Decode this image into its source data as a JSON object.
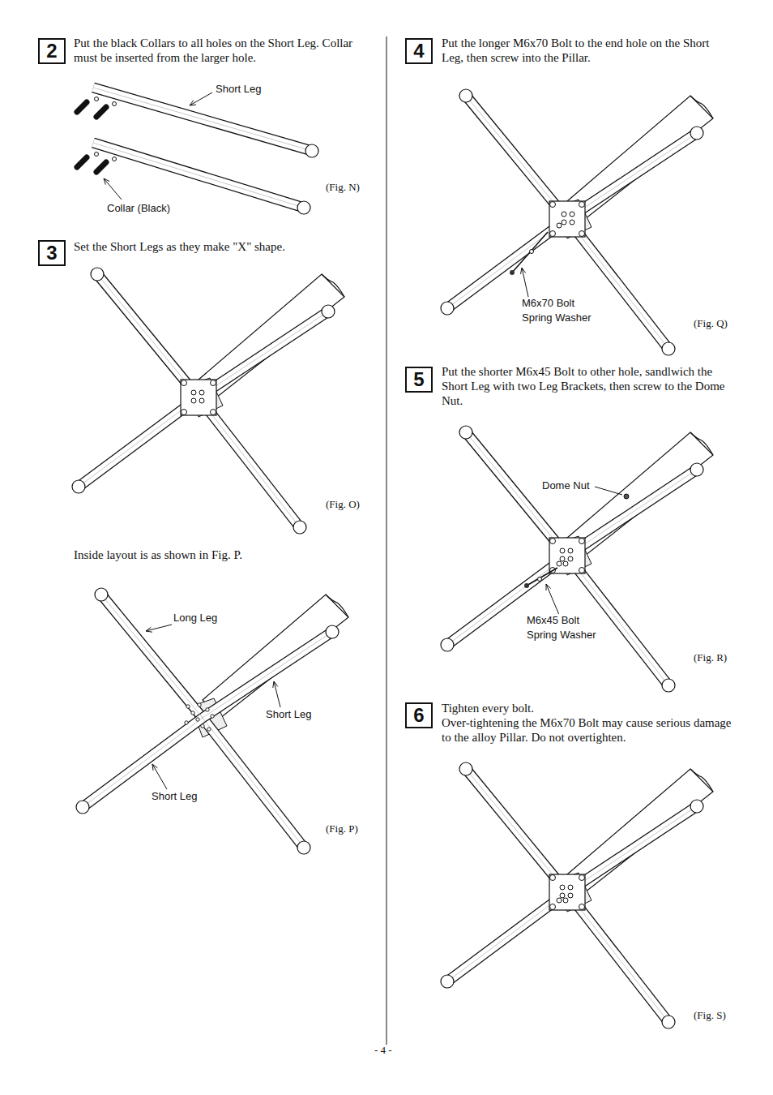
{
  "diagram": {
    "nodes": [
      {
        "text": [
          "2"
        ]
      },
      {
        "text": [
          "3"
        ]
      },
      {
        "text": [
          "4"
        ]
      },
      {
        "text": [
          "5"
        ]
      },
      {
        "text": [
          "6"
        ]
      }
    ],
    "labels": [
      "Put the black Collars to all holes on the Short Leg. Collar must be inserted from the larger hole.",
      "Short Leg",
      "Collar (Black)",
      "(Fig. N)",
      "Set the Short Legs as they make \"X\" shape.",
      "(Fig. O)",
      "Inside layout is as shown in Fig. P.",
      "Long Leg",
      "Short Leg",
      "Short Leg",
      "(Fig. P)",
      "Put the longer M6x70 Bolt to the end hole on the Short Leg, then screw into the Pillar.",
      "M6x70 Bolt",
      "Spring Washer",
      "(Fig. Q)",
      "Put the shorter M6x45 Bolt to other hole, sandlwich the Short Leg with two Leg Brackets, then screw to the Dome Nut.",
      "Dome Nut",
      "M6x45 Bolt",
      "Spring Washer",
      "(Fig. R)",
      "Tighten every bolt.",
      "Over-tightening the M6x70 Bolt may cause serious damage to the alloy Pillar. Do not overtighten.",
      "(Fig. S)",
      "- 4 -"
    ]
  }
}
